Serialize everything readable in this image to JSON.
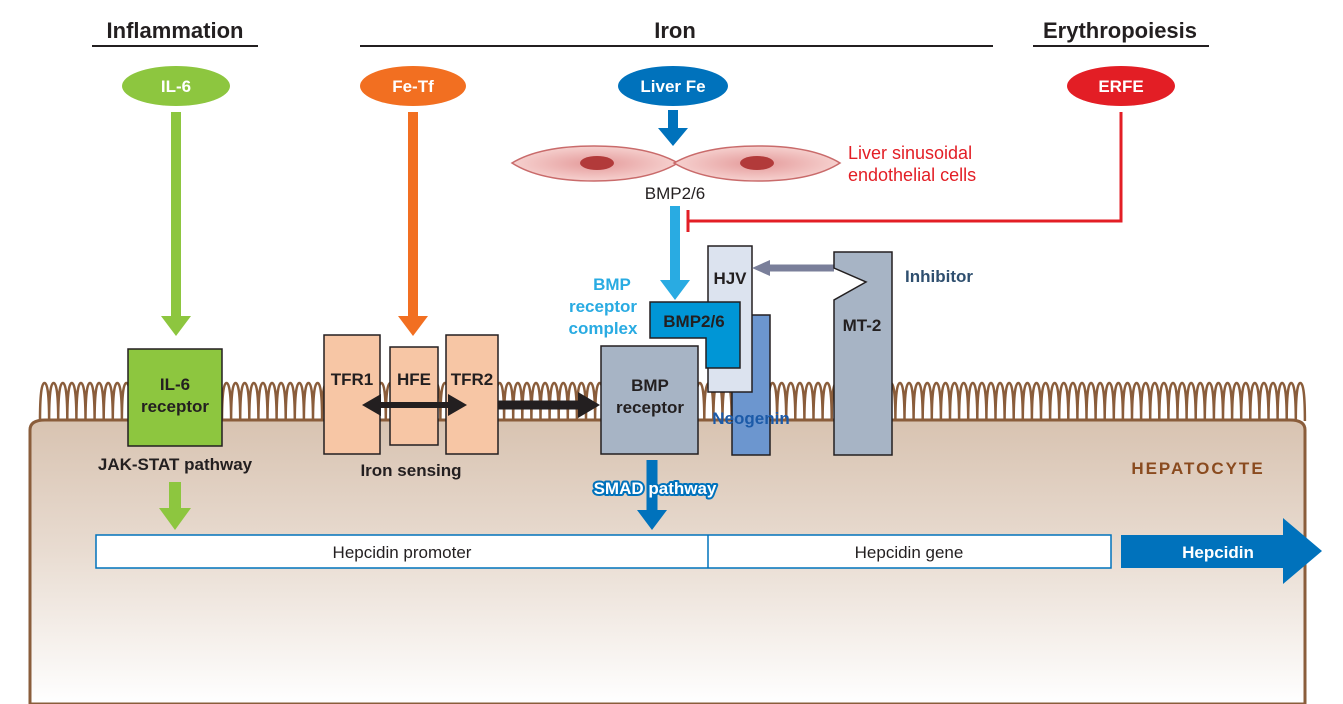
{
  "headers": {
    "inflammation": "Inflammation",
    "iron": "Iron",
    "erythropoiesis": "Erythropoiesis"
  },
  "signals": {
    "il6": "IL-6",
    "fe_tf": "Fe-Tf",
    "liver_fe": "Liver Fe",
    "erfe": "ERFE"
  },
  "lsec": {
    "line1": "Liver sinusoidal",
    "line2": "endothelial cells",
    "bmp_label": "BMP2/6"
  },
  "receptor_complex": {
    "line1": "BMP",
    "line2": "receptor",
    "line3": "complex"
  },
  "inhibitor_label": "Inhibitor",
  "boxes": {
    "il6_receptor_line1": "IL-6",
    "il6_receptor_line2": "receptor",
    "tfr1": "TFR1",
    "hfe": "HFE",
    "tfr2": "TFR2",
    "bmp26": "BMP2/6",
    "hjv": "HJV",
    "mt2": "MT-2",
    "bmp_receptor_line1": "BMP",
    "bmp_receptor_line2": "receptor",
    "neogenin": "Neogenin"
  },
  "pathways": {
    "jak_stat": "JAK-STAT pathway",
    "iron_sensing": "Iron sensing",
    "smad": "SMAD pathway"
  },
  "cell_label": "HEPATOCYTE",
  "gene_bar": {
    "promoter": "Hepcidin promoter",
    "gene": "Hepcidin gene"
  },
  "output": "Hepcidin",
  "colors": {
    "green": "#8dc63f",
    "orange": "#f26f21",
    "blue": "#0072bc",
    "light_blue": "#29abe2",
    "red": "#e31e25",
    "grey_box": "#a7b4c5",
    "peach": "#f7c6a5",
    "cell": "#e3d5c9"
  }
}
